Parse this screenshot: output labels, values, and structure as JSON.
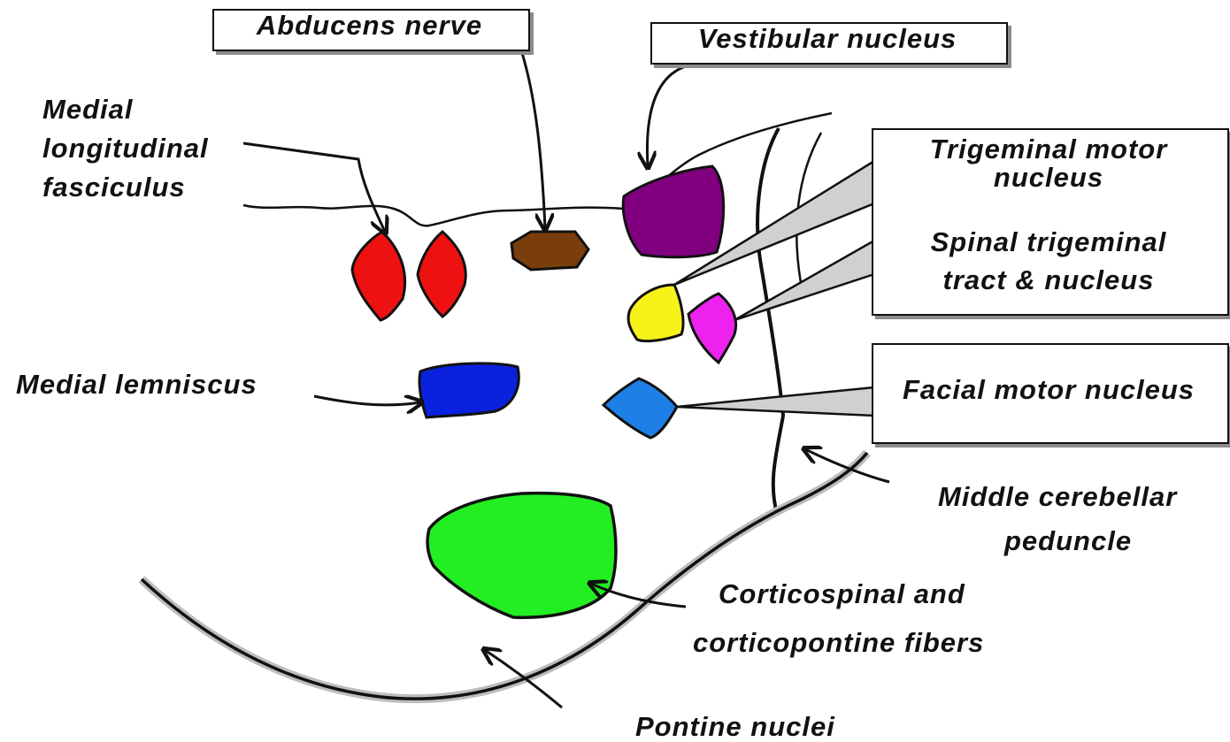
{
  "labels": {
    "abducens": "Abducens nerve",
    "vestibular": "Vestibular nucleus",
    "mlf_1": "Medial",
    "mlf_2": "longitudinal",
    "mlf_3": "fasciculus",
    "trigeminal_motor_1": "Trigeminal motor",
    "trigeminal_motor_2": "nucleus",
    "spinal_trigeminal_1": "Spinal trigeminal",
    "spinal_trigeminal_2": "tract & nucleus",
    "medial_lemniscus": "Medial lemniscus",
    "facial_motor": "Facial motor nucleus",
    "middle_cerebellar_1": "Middle cerebellar",
    "middle_cerebellar_2": "peduncle",
    "corticospinal_1": "Corticospinal and",
    "corticospinal_2": "corticopontine fibers",
    "pontine": "Pontine nuclei"
  },
  "colors": {
    "mlf": "#ee1111",
    "abducens": "#7a3e0c",
    "vestibular": "#800080",
    "trigeminal_motor": "#f7f21a",
    "spinal_trigeminal": "#ee22ee",
    "medial_lemniscus": "#0a22dd",
    "facial_motor": "#1e7fe6",
    "corticospinal": "#22ee22",
    "outline": "#111111",
    "shadow": "#bdbdbd"
  }
}
